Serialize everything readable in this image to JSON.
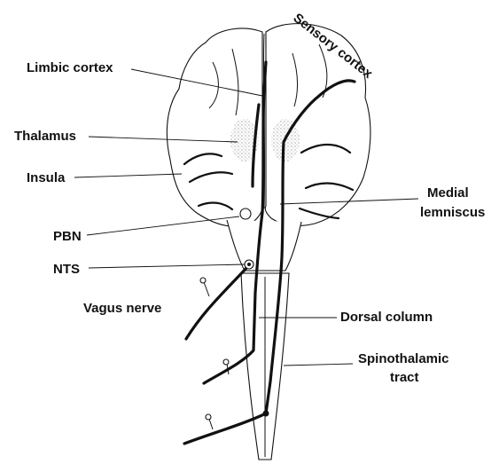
{
  "labels": {
    "sensory_cortex": "Sensory cortex",
    "limbic_cortex": "Limbic cortex",
    "thalamus": "Thalamus",
    "insula": "Insula",
    "pbn": "PBN",
    "nts": "NTS",
    "vagus_nerve": "Vagus nerve",
    "medial_lemniscus_1": "Medial",
    "medial_lemniscus_2": "lemniscus",
    "dorsal_column": "Dorsal column",
    "spinothalamic_1": "Spinothalamic",
    "spinothalamic_2": "tract"
  }
}
